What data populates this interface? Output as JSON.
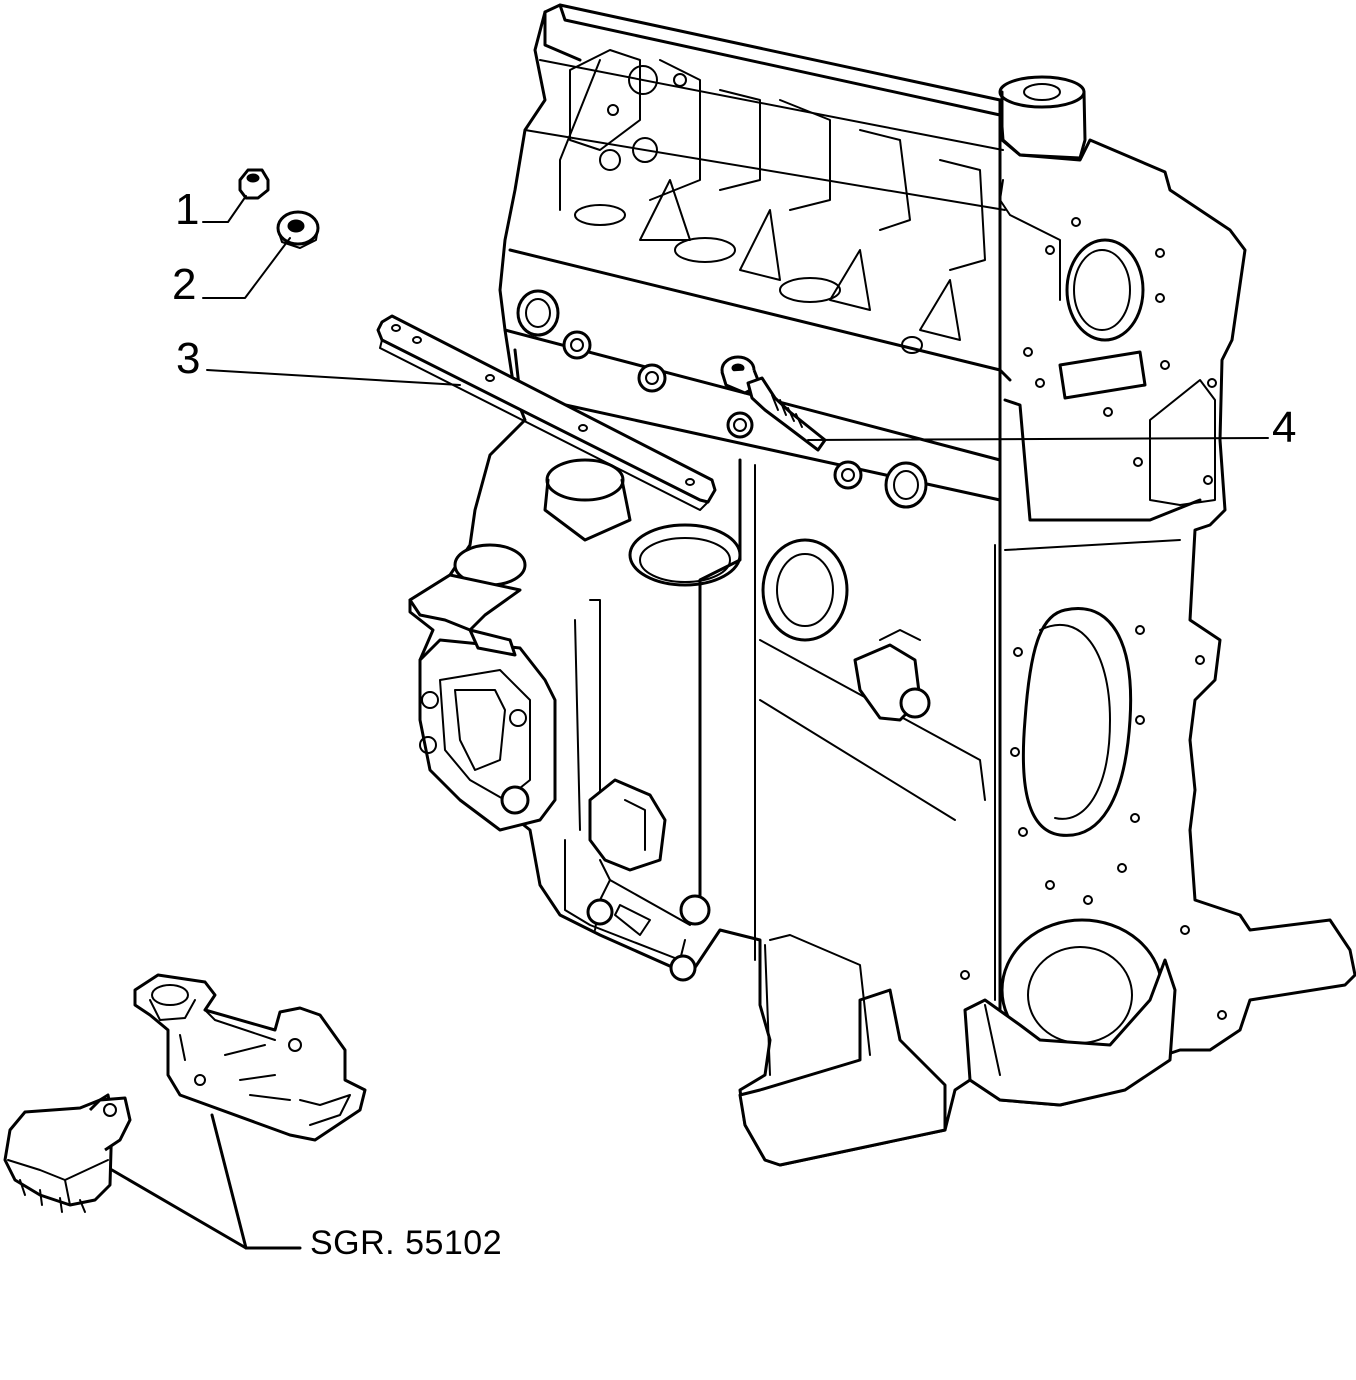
{
  "callouts": [
    {
      "label": "1"
    },
    {
      "label": "2"
    },
    {
      "label": "3"
    },
    {
      "label": "4"
    }
  ],
  "reference": "SGR. 55102",
  "colors": {
    "line": "#000000",
    "background": "#ffffff"
  }
}
